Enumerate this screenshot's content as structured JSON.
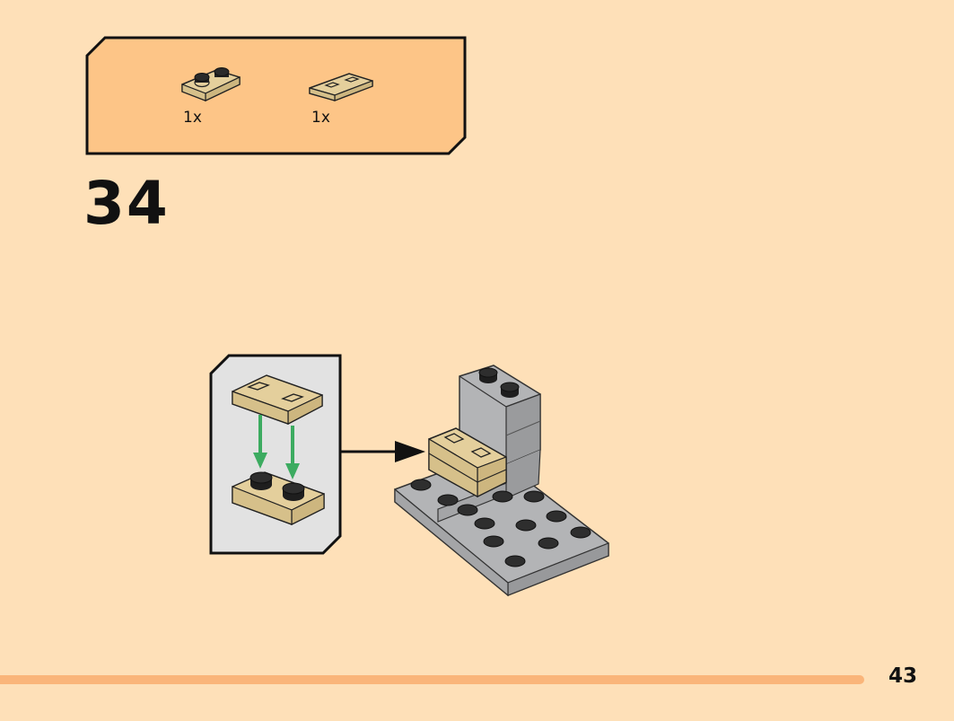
{
  "parts_list": {
    "items": [
      {
        "part": "plate-1x2-tan-icon",
        "quantity": "1x"
      },
      {
        "part": "tile-1x2-tan-icon",
        "quantity": "1x"
      }
    ]
  },
  "step": {
    "number": "34"
  },
  "colors": {
    "page_background": "#fee0b8",
    "parts_box": "#fdc587",
    "callout_background": "#e2e2e2",
    "tan": "#e4cf9c",
    "gray": "#a7a8aa",
    "arrow_green": "#3cab60",
    "bottom_bar": "#fab57a"
  },
  "page": {
    "number": "43"
  }
}
